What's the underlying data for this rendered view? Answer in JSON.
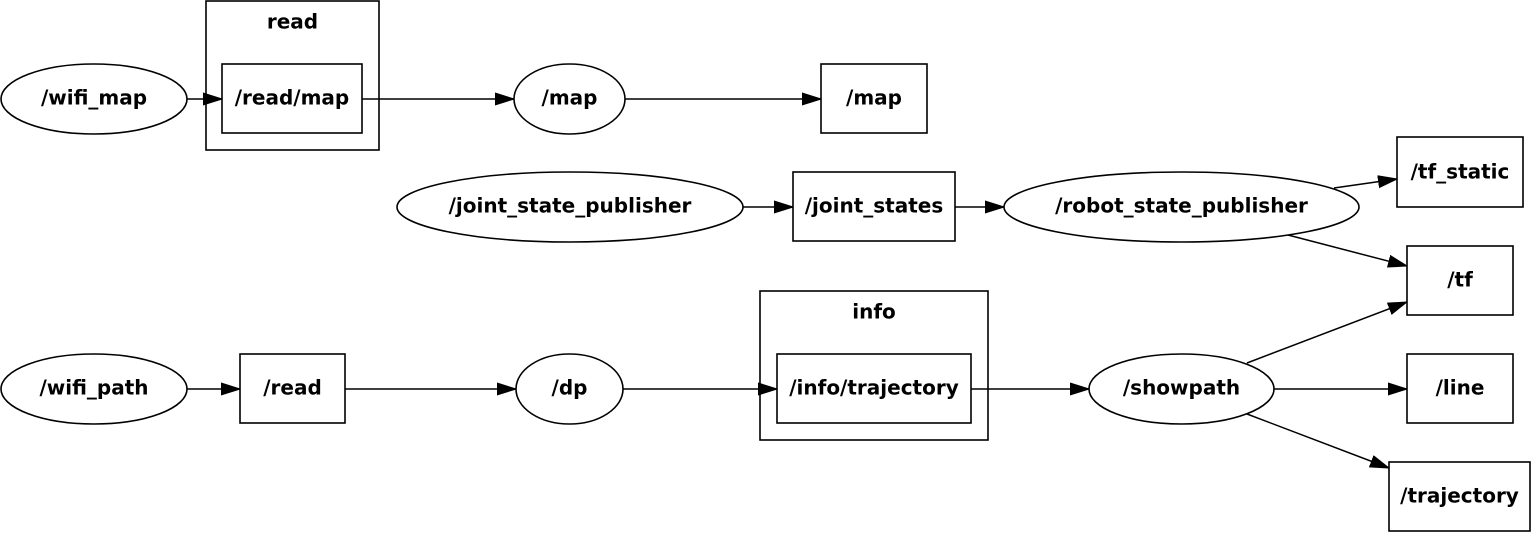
{
  "clusters": {
    "read": {
      "label": "read"
    },
    "info": {
      "label": "info"
    }
  },
  "nodes": {
    "wifi_map": {
      "label": "/wifi_map",
      "shape": "ellipse"
    },
    "read_map": {
      "label": "/read/map",
      "shape": "box"
    },
    "map_node": {
      "label": "/map",
      "shape": "ellipse"
    },
    "map_topic": {
      "label": "/map",
      "shape": "box"
    },
    "joint_state_publisher": {
      "label": "/joint_state_publisher",
      "shape": "ellipse"
    },
    "joint_states": {
      "label": "/joint_states",
      "shape": "box"
    },
    "robot_state_publisher": {
      "label": "/robot_state_publisher",
      "shape": "ellipse"
    },
    "tf_static": {
      "label": "/tf_static",
      "shape": "box"
    },
    "tf": {
      "label": "/tf",
      "shape": "box"
    },
    "wifi_path": {
      "label": "/wifi_path",
      "shape": "ellipse"
    },
    "read": {
      "label": "/read",
      "shape": "box"
    },
    "dp": {
      "label": "/dp",
      "shape": "ellipse"
    },
    "info_trajectory": {
      "label": "/info/trajectory",
      "shape": "box"
    },
    "showpath": {
      "label": "/showpath",
      "shape": "ellipse"
    },
    "line": {
      "label": "/line",
      "shape": "box"
    },
    "trajectory": {
      "label": "/trajectory",
      "shape": "box"
    }
  },
  "edges": [
    {
      "from": "wifi_map",
      "to": "read_map"
    },
    {
      "from": "read_map",
      "to": "map_node"
    },
    {
      "from": "map_node",
      "to": "map_topic"
    },
    {
      "from": "joint_state_publisher",
      "to": "joint_states"
    },
    {
      "from": "joint_states",
      "to": "robot_state_publisher"
    },
    {
      "from": "robot_state_publisher",
      "to": "tf_static"
    },
    {
      "from": "robot_state_publisher",
      "to": "tf"
    },
    {
      "from": "wifi_path",
      "to": "read"
    },
    {
      "from": "read",
      "to": "dp"
    },
    {
      "from": "dp",
      "to": "info_trajectory"
    },
    {
      "from": "info_trajectory",
      "to": "showpath"
    },
    {
      "from": "showpath",
      "to": "tf"
    },
    {
      "from": "showpath",
      "to": "line"
    },
    {
      "from": "showpath",
      "to": "trajectory"
    }
  ]
}
